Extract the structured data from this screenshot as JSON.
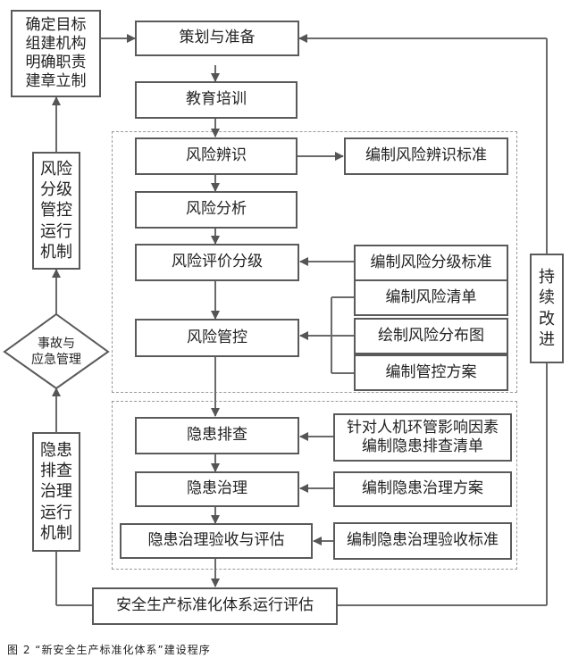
{
  "left_column": {
    "top_box": "确定目标\n组建机构\n明确职责\n建章立制",
    "risk_mechanism": "风险\n分级\n管控\n运行\n机制",
    "emergency": "事故与\n应急管理",
    "hazard_mechanism": "隐患\n排查\n治理\n运行\n机制"
  },
  "main_flow": {
    "plan": "策划与准备",
    "training": "教育培训",
    "identify": "风险辨识",
    "analyze": "风险分析",
    "evaluate": "风险评价分级",
    "control": "风险管控",
    "hazard_check": "隐患排查",
    "hazard_fix": "隐患治理",
    "hazard_accept": "隐患治理验收与评估",
    "system_eval": "安全生产标准化体系运行评估"
  },
  "side_inputs": {
    "identify_std": "编制风险辨识标准",
    "grading_std": "编制风险分级标准",
    "risk_list": "编制风险清单",
    "risk_map": "绘制风险分布图",
    "control_plan": "编制管控方案",
    "hazard_list": "针对人机环管影响因素\n编制隐患排查清单",
    "fix_plan": "编制隐患治理方案",
    "accept_std": "编制隐患治理验收标准"
  },
  "right_column": {
    "improve": "持\n续\n改\n进"
  },
  "caption": "图 2  “新安全生产标准化体系”建设程序"
}
